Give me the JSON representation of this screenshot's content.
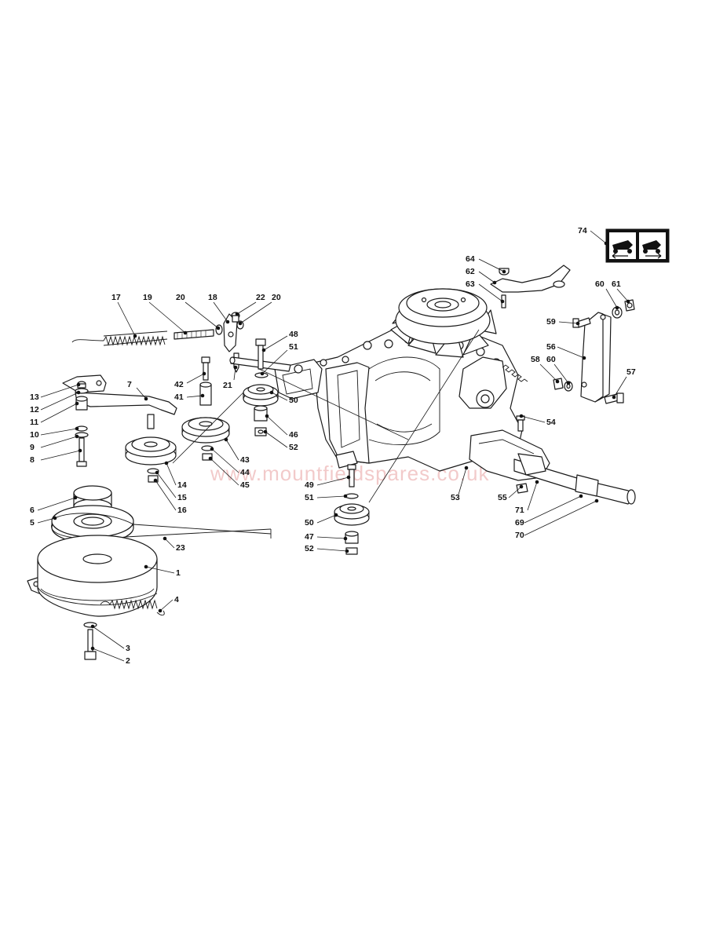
{
  "watermark": "www.mountfieldspares.co.uk",
  "callouts": [
    {
      "id": "74",
      "label": "74"
    },
    {
      "id": "64",
      "label": "64"
    },
    {
      "id": "62",
      "label": "62"
    },
    {
      "id": "63",
      "label": "63"
    },
    {
      "id": "60a",
      "label": "60"
    },
    {
      "id": "61",
      "label": "61"
    },
    {
      "id": "59",
      "label": "59"
    },
    {
      "id": "56",
      "label": "56"
    },
    {
      "id": "58",
      "label": "58"
    },
    {
      "id": "60b",
      "label": "60"
    },
    {
      "id": "57",
      "label": "57"
    },
    {
      "id": "54",
      "label": "54"
    },
    {
      "id": "17",
      "label": "17"
    },
    {
      "id": "19",
      "label": "19"
    },
    {
      "id": "20a",
      "label": "20"
    },
    {
      "id": "18",
      "label": "18"
    },
    {
      "id": "22",
      "label": "22"
    },
    {
      "id": "20b",
      "label": "20"
    },
    {
      "id": "48",
      "label": "48"
    },
    {
      "id": "51a",
      "label": "51"
    },
    {
      "id": "42",
      "label": "42"
    },
    {
      "id": "21",
      "label": "21"
    },
    {
      "id": "41",
      "label": "41"
    },
    {
      "id": "13",
      "label": "13"
    },
    {
      "id": "7",
      "label": "7"
    },
    {
      "id": "12",
      "label": "12"
    },
    {
      "id": "11",
      "label": "11"
    },
    {
      "id": "10",
      "label": "10"
    },
    {
      "id": "9",
      "label": "9"
    },
    {
      "id": "8",
      "label": "8"
    },
    {
      "id": "50a",
      "label": "50"
    },
    {
      "id": "46",
      "label": "46"
    },
    {
      "id": "52a",
      "label": "52"
    },
    {
      "id": "43",
      "label": "43"
    },
    {
      "id": "44",
      "label": "44"
    },
    {
      "id": "45",
      "label": "45"
    },
    {
      "id": "14",
      "label": "14"
    },
    {
      "id": "15",
      "label": "15"
    },
    {
      "id": "16",
      "label": "16"
    },
    {
      "id": "6",
      "label": "6"
    },
    {
      "id": "5",
      "label": "5"
    },
    {
      "id": "49",
      "label": "49"
    },
    {
      "id": "51b",
      "label": "51"
    },
    {
      "id": "50b",
      "label": "50"
    },
    {
      "id": "47",
      "label": "47"
    },
    {
      "id": "52b",
      "label": "52"
    },
    {
      "id": "53",
      "label": "53"
    },
    {
      "id": "55",
      "label": "55"
    },
    {
      "id": "71",
      "label": "71"
    },
    {
      "id": "69",
      "label": "69"
    },
    {
      "id": "70",
      "label": "70"
    },
    {
      "id": "23",
      "label": "23"
    },
    {
      "id": "1",
      "label": "1"
    },
    {
      "id": "4",
      "label": "4"
    },
    {
      "id": "3",
      "label": "3"
    },
    {
      "id": "2",
      "label": "2"
    }
  ]
}
